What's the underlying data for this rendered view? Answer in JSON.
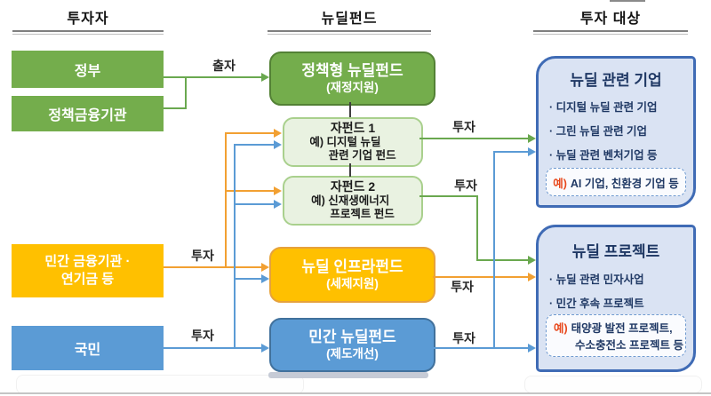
{
  "headers": {
    "investors": "투자자",
    "funds": "뉴딜펀드",
    "targets": "투자 대상"
  },
  "investors": {
    "government": "정부",
    "policy_finance": "정책금융기관",
    "private_finance_line1": "민간 금융기관 ·",
    "private_finance_line2": "연기금 등",
    "citizens": "국민"
  },
  "funds": {
    "policy_fund": {
      "title": "정책형 뉴딜펀드",
      "subtitle": "(재정지원)"
    },
    "subfund1": {
      "title": "자펀드 1",
      "desc1": "예) 디지털 뉴딜",
      "desc2": "관련 기업 펀드"
    },
    "subfund2": {
      "title": "자펀드 2",
      "desc1": "예) 신재생에너지",
      "desc2": "프로젝트 펀드"
    },
    "infra_fund": {
      "title": "뉴딜 인프라펀드",
      "subtitle": "(세제지원)"
    },
    "private_fund": {
      "title": "민간 뉴딜펀드",
      "subtitle": "(제도개선)"
    }
  },
  "targets": {
    "companies": {
      "title": "뉴딜 관련 기업",
      "bullets": [
        "· 디지털 뉴딜 관련 기업",
        "· 그린 뉴딜 관련 기업",
        "· 뉴딜 관련 벤처기업 등"
      ],
      "example_prefix": "예)",
      "example": "AI 기업, 친환경 기업 등"
    },
    "projects": {
      "title": "뉴딜 프로젝트",
      "bullets": [
        "· 뉴딜 관련 민자사업",
        "· 민간 후속 프로젝트"
      ],
      "example_prefix": "예)",
      "example_line1": "태양광 발전 프로젝트,",
      "example_line2": "수소충전소 프로젝트 등"
    }
  },
  "arrow_labels": {
    "equity": "출자",
    "invest": "투자"
  },
  "colors": {
    "green_box": "#74ad4c",
    "green_border": "#538135",
    "subfund_fill": "#e9f2e1",
    "subfund_border": "#a9d08d",
    "orange_box": "#ffc000",
    "orange_border": "#e6a23c",
    "blue_box": "#5b9bd5",
    "blue_border": "#41719c",
    "target_fill": "#dae3f3",
    "target_border": "#3f6bb5",
    "navy_text": "#1f3864",
    "example_prefix_red": "#e8481c",
    "arrow_green": "#6aa84f",
    "arrow_orange": "#f2a032",
    "arrow_blue": "#5b9bd5"
  }
}
